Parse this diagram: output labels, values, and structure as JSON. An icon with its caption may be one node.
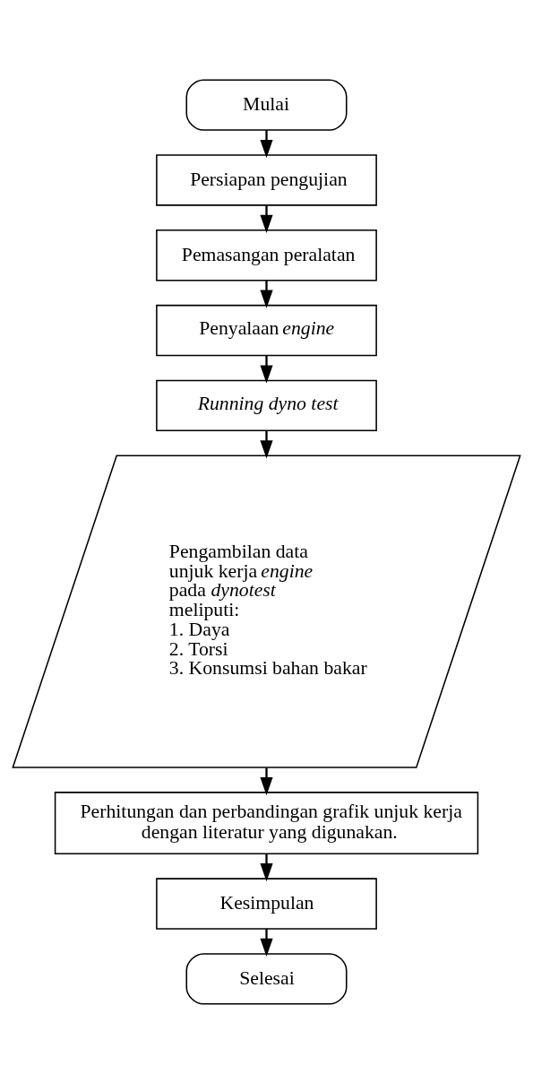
{
  "diagram": {
    "nodes": [
      {
        "text": [
          "Mulai"
        ]
      },
      {
        "text": [
          "Persiapan pengujian"
        ]
      },
      {
        "text": [
          "Pemasangan peralatan"
        ]
      },
      {
        "text": [
          "Penyalaan *engine*"
        ]
      },
      {
        "text": [
          "Running dyno test"
        ]
      },
      {
        "text": [
          "Pengambilan data unjuk kerja *engine* pada *dynotest* meliputi:",
          "1. Daya",
          "2. Torsi",
          "3. Konsumsi bahan bakar"
        ]
      },
      {
        "text": [
          "Perhitungan dan perbandingan grafik unjuk kerja dengan literatur yang digunakan."
        ]
      },
      {
        "text": [
          "Kesimpulan"
        ]
      },
      {
        "text": [
          "Selesai"
        ]
      }
    ],
    "edges": [
      {
        "from": 0,
        "to": 1,
        "arrow": "to"
      },
      {
        "from": 1,
        "to": 2,
        "arrow": "to"
      },
      {
        "from": 2,
        "to": 3,
        "arrow": "to"
      },
      {
        "from": 3,
        "to": 4,
        "arrow": "to"
      },
      {
        "from": 4,
        "to": 5,
        "arrow": "to"
      },
      {
        "from": 5,
        "to": 6,
        "arrow": "to"
      },
      {
        "from": 6,
        "to": 7,
        "arrow": "to"
      },
      {
        "from": 7,
        "to": 8,
        "arrow": "to"
      }
    ]
  }
}
